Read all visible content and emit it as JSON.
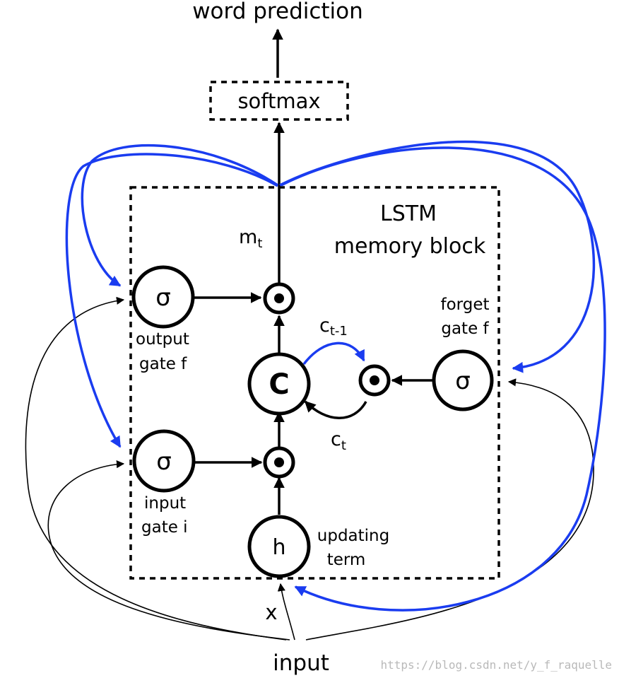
{
  "labels": {
    "word_prediction": "word prediction",
    "softmax": "softmax",
    "lstm_line1": "LSTM",
    "lstm_line2": "memory block",
    "m_t_base": "m",
    "m_t_sub": "t",
    "c_prev_base": "c",
    "c_prev_sub": "t-1",
    "c_t_base": "c",
    "c_t_sub": "t",
    "output_gate_line1": "output",
    "output_gate_line2": "gate f",
    "input_gate_line1": "input",
    "input_gate_line2": "gate i",
    "forget_gate_line1": "forget",
    "forget_gate_line2": "gate f",
    "updating_line1": "updating",
    "updating_line2": "term",
    "x": "x",
    "input": "input"
  },
  "nodes": {
    "output_gate": "σ",
    "input_gate": "σ",
    "forget_gate": "σ",
    "cell": "C",
    "update": "h"
  },
  "watermark": "https://blog.csdn.net/y_f_raquelle",
  "colors": {
    "recurrent_arrows": "#1a3cf0",
    "watermark": "#b9b9b9"
  }
}
